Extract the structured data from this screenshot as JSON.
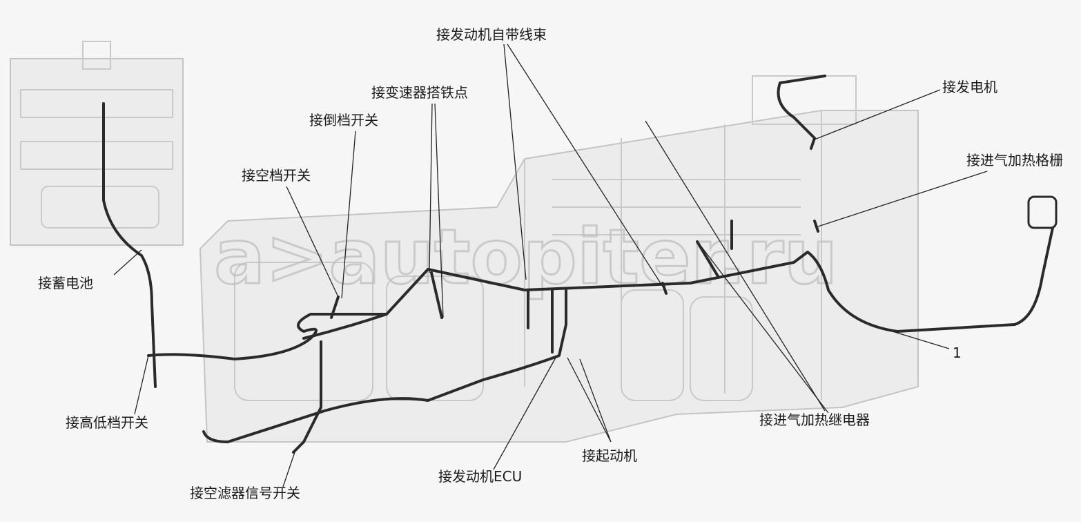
{
  "title": "Engine wiring harness connection diagram",
  "watermark": "a>autopiter.ru",
  "labels": {
    "engine_own_harness": "接发动机自带线束",
    "transmission_ground": "接变速器搭铁点",
    "reverse_switch": "接倒档开关",
    "neutral_switch": "接空档开关",
    "battery": "接蓄电池",
    "hi_lo_switch": "接高低档开关",
    "air_filter_switch": "接空滤器信号开关",
    "engine_ecu": "接发动机ECU",
    "starter": "接起动机",
    "intake_heater_relay": "接进气加热继电器",
    "part_number": "1",
    "intake_heater_grid": "接进气加热格栅",
    "generator": "接发电机"
  }
}
